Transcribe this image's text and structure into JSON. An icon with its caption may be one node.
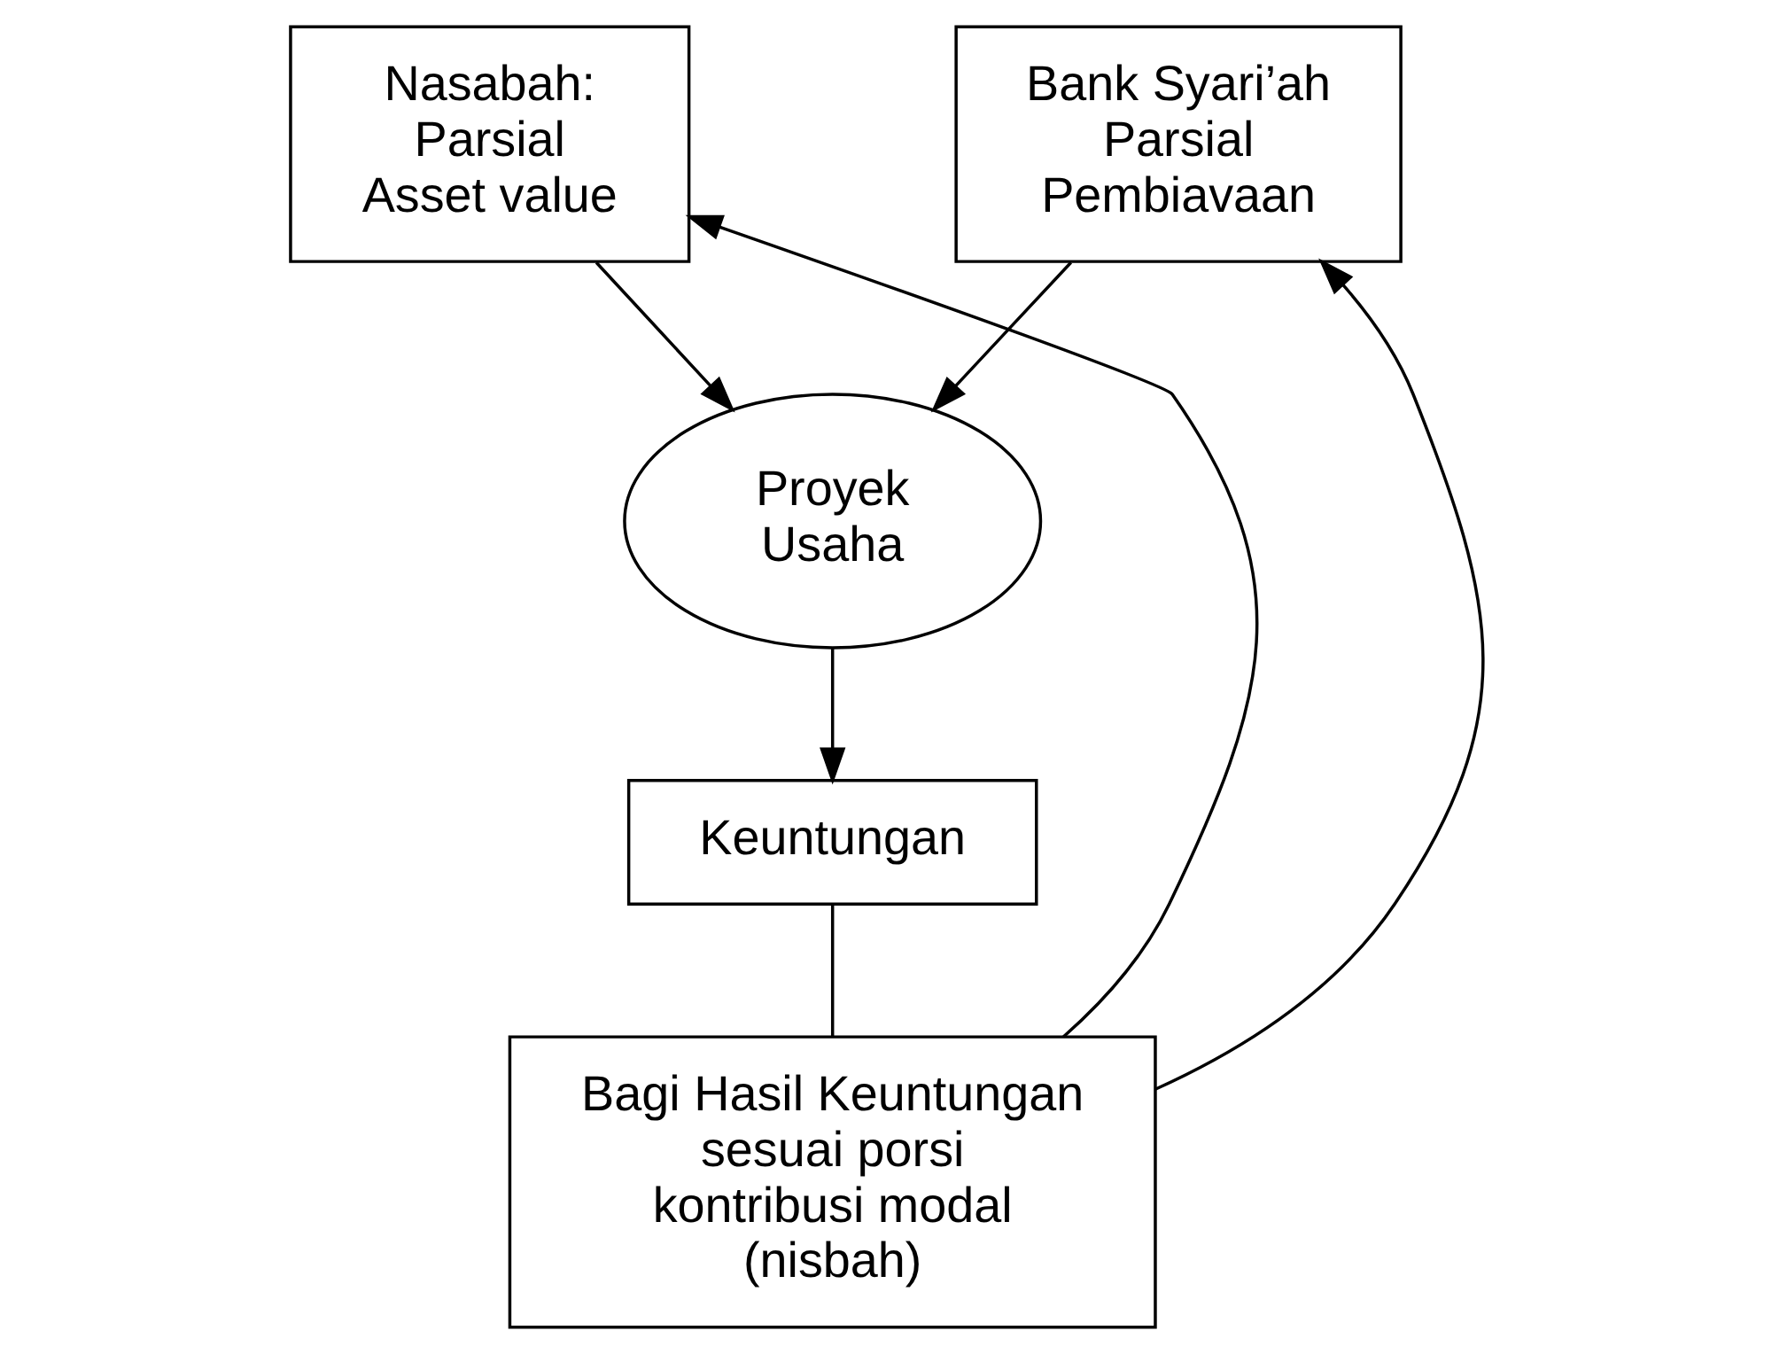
{
  "diagram": {
    "nodes": [
      {
        "text": [
          "Nasabah:",
          "Parsial",
          "Asset value"
        ]
      },
      {
        "text": [
          "Bank Syari’ah",
          "Parsial",
          "Pembiavaan"
        ]
      },
      {
        "text": [
          "Proyek Usaha"
        ]
      },
      {
        "text": [
          "Keuntungan"
        ]
      },
      {
        "text": [
          "Bagi Hasil Keuntungan sesuai porsi kontribusi modal (nisbah)"
        ]
      }
    ],
    "edges": [
      {
        "from": 0,
        "to": 2,
        "arrow": "to"
      },
      {
        "from": 1,
        "to": 2,
        "arrow": "to"
      },
      {
        "from": 2,
        "to": 3,
        "arrow": "to"
      },
      {
        "from": 3,
        "to": 4,
        "arrow": "none"
      },
      {
        "from": 4,
        "to": 0,
        "arrow": "to"
      },
      {
        "from": 4,
        "to": 1,
        "arrow": "to"
      }
    ]
  }
}
